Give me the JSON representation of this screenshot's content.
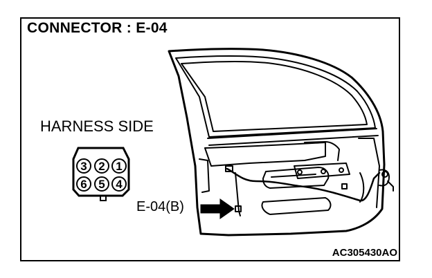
{
  "diagram": {
    "title": "CONNECTOR : E-04",
    "side_label": "HARNESS SIDE",
    "connector_label": "E-04(B)",
    "code": "AC305430AO",
    "pins_top": [
      "3",
      "2",
      "1"
    ],
    "pins_bottom": [
      "6",
      "5",
      "4"
    ]
  }
}
